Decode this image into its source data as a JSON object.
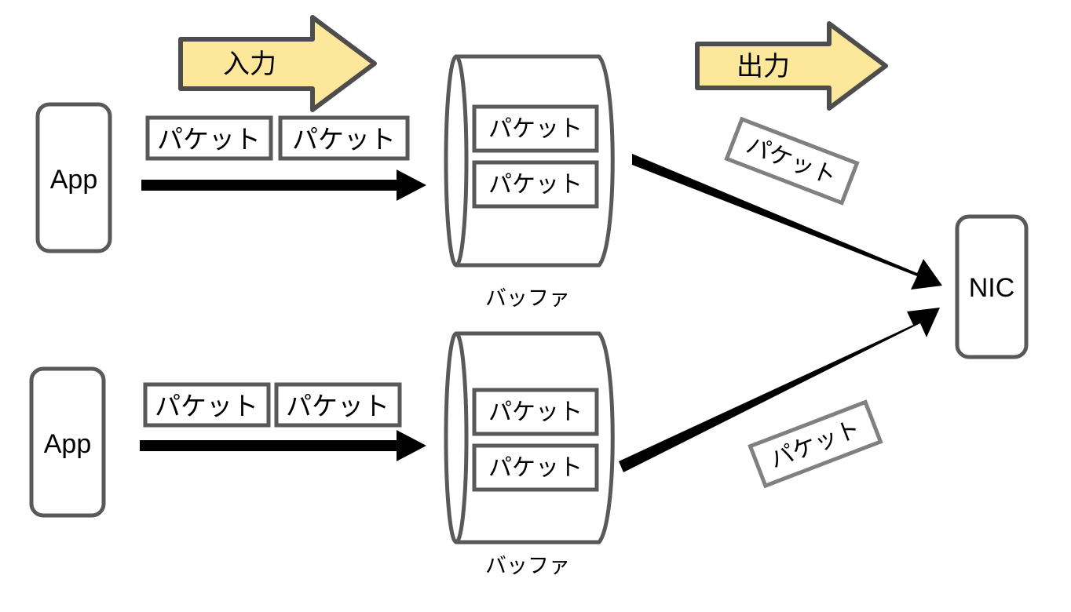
{
  "diagram": {
    "title": "Application packet buffering to NIC",
    "colors": {
      "stroke_gray": "#595959",
      "fill_white": "#ffffff",
      "arrow_black": "#000000",
      "arrow_yellow_fill": "#FCE79A",
      "arrow_yellow_stroke": "#4D4D4D",
      "background": "#ffffff"
    },
    "phase_arrows": [
      {
        "id": "input",
        "label": "入力"
      },
      {
        "id": "output",
        "label": "出力"
      }
    ],
    "rows": [
      {
        "id": "row-top",
        "app": {
          "label": "App"
        },
        "inflight_packets": [
          {
            "label": "パケット"
          },
          {
            "label": "パケット"
          }
        ],
        "buffer": {
          "caption": "バッファ",
          "packets": [
            {
              "label": "パケット"
            },
            {
              "label": "パケット"
            }
          ]
        },
        "outflight_packet": {
          "label": "パケット"
        }
      },
      {
        "id": "row-bottom",
        "app": {
          "label": "App"
        },
        "inflight_packets": [
          {
            "label": "パケット"
          },
          {
            "label": "パケット"
          }
        ],
        "buffer": {
          "caption": "バッファ",
          "packets": [
            {
              "label": "パケット"
            },
            {
              "label": "パケット"
            }
          ]
        },
        "outflight_packet": {
          "label": "パケット"
        }
      }
    ],
    "nic": {
      "label": "NIC"
    }
  }
}
